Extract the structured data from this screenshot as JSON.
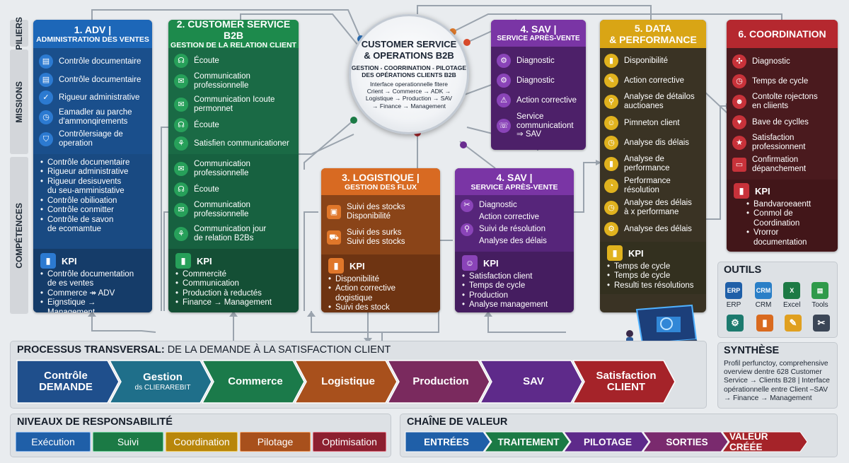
{
  "side_labels": [
    "PILIERS",
    "MISSIONS",
    "COMPÉTENCES"
  ],
  "hub": {
    "title": "CUSTOMER SERVICE\n& OPERATIONS B2B",
    "subtitle": "GESTION - COORRINATION - PILOTAGE\nDES OPÉRATIONS CLIENTS B2B",
    "flow": "Interface operationnelle fitere\nCrient → Commerce → ADK →\nLogistique → Production → SAV\n→ Finance → Management"
  },
  "columns": {
    "adv": {
      "title": "1. ADV |",
      "subtitle": "ADMINISTRATION DES VENTES",
      "color": "#1c5ea8",
      "missions": [
        "Contrôle documentaire",
        "Contrôle documentaire",
        "Rigueur administrative",
        "Eamadler au parche\nd'ammonqirements",
        "Contrôlersiage de\noperation"
      ],
      "mission_icons": [
        "doc-icon",
        "doc-icon",
        "check-doc-icon",
        "clock-icon",
        "shield-icon"
      ],
      "competences": [
        "Contrôle documentaire",
        "Rigueur administrative",
        "Rigueur desisuvents\ndu seu-amministative",
        "Contrôle obilioation",
        "Contrôle conmitter",
        "Contrôle de savon\nde ecomamtue"
      ],
      "kpi_label": "KPI",
      "kpi": [
        "Contrôle documentation\nde es ventes",
        "Commerce ↠ ADV",
        "Eignstique → Management"
      ]
    },
    "csb2b": {
      "title": "2. CUSTOMER SERVICE B2B",
      "subtitle": "GESTION DE LA RELATION CLIENT",
      "color": "#1b7a45",
      "missions": [
        "Écoute",
        "Communication\nprofessionnelle",
        "Communication Icoute\npermonnet",
        "Écoute",
        "Satisfien communicationer"
      ],
      "mission_icons": [
        "headset-icon",
        "chat-icon",
        "chat-icon",
        "headset-icon",
        "handshake-icon"
      ],
      "competences": [
        "Communication\nprofessionnelle",
        "Écoute",
        "Communication\nprofessionnelle",
        "Communication jour\nde relation B2Bs"
      ],
      "competence_icons": [
        "chat-icon",
        "headset-icon",
        "chat-icon",
        "handshake-icon"
      ],
      "kpi_label": "KPI",
      "kpi": [
        "Commercité",
        "Communication",
        "Production à reductés",
        "Finance → Management"
      ]
    },
    "logistique": {
      "title": "3. LOGISTIQUE |",
      "subtitle": "GESTION DES FLUX",
      "color": "#c95f1b",
      "items": [
        "Suivi des stocks\nDisponibilité",
        "Suivi des surks\nSuivi des stocks"
      ],
      "item_icons": [
        "box-icon",
        "truck-icon"
      ],
      "kpi_label": "KPI",
      "kpi": [
        "Disponibilité",
        "Action corrective\ndogistique",
        "Suivi des stock"
      ]
    },
    "sav_top": {
      "title": "4. SAV |",
      "subtitle": "SERVICE APRÈS-VENTE",
      "color": "#6a2d8f",
      "items": [
        "Diagnostic",
        "Diagnostic",
        "Action corrective",
        "Service\ncommunicationt\n⇒ SAV"
      ],
      "item_icons": [
        "gear-icon",
        "gear-icon",
        "warning-icon",
        "phone-icon"
      ]
    },
    "sav": {
      "title": "4. SAV |",
      "subtitle": "SERVICE APRÈS-VENTE",
      "color": "#6a2d8f",
      "items": [
        "Diagnostic",
        "Action corrective",
        "Suivi de résolution",
        "Analyse des délais"
      ],
      "item_icons": [
        "tools-icon",
        "search-icon"
      ],
      "kpi_label": "KPI",
      "kpi": [
        "Satisfaction client",
        "Temps de cycle",
        "Production",
        "Analyse management"
      ]
    },
    "data": {
      "title": "5. DATA",
      "subtitle": "& PERFORMANCE",
      "color": "#c99a12",
      "items": [
        "Disponibilité",
        "Action corrective",
        "Analyse de détailos\nauctioanes",
        "Pimneton client",
        "Analyse dis délais",
        "Analyse de\nperformance",
        "Performance\nrésolution",
        "Analyse des délais\nà x performane",
        "Analyse des délais"
      ],
      "item_icons": [
        "chart-icon",
        "wrench-icon",
        "search-icon",
        "user-icon",
        "clock-icon",
        "chart-icon",
        "gauge-icon",
        "clock-icon",
        "gear-icon"
      ],
      "kpi_label": "KPI",
      "kpi": [
        "Temps de cycle",
        "Temps de cycle",
        "Resulti tes résolutions"
      ]
    },
    "coordination": {
      "title": "6. COORDINATION",
      "color": "#a52329",
      "items": [
        "Diagnostic",
        "Temps de cycle",
        "Contolte rojectons\nen cliients",
        "Bave de cyclles",
        "Satisfaction\nprofessionnent",
        "Confirmation\ndépanchement"
      ],
      "item_icons": [
        "network-icon",
        "clock-icon",
        "people-icon",
        "heart-icon",
        "star-icon",
        "screen-icon"
      ],
      "kpi_label": "KPI",
      "kpi": [
        "Bandvaroeaentt",
        "Conmol de\nCoordination",
        "Vrorror documentation"
      ]
    }
  },
  "outils": {
    "title": "OUTILS",
    "tools": [
      {
        "label": "ERP",
        "icon": "erp-icon",
        "color": "#1f5fa8",
        "text": "ERP"
      },
      {
        "label": "CRM",
        "icon": "handshake-icon",
        "color": "#2a7fc7",
        "text": "CRM"
      },
      {
        "label": "Excel",
        "icon": "excel-icon",
        "color": "#1d7a45",
        "text": "X"
      },
      {
        "label": "Tools",
        "icon": "sheet-icon",
        "color": "#2f9a4a",
        "text": "▤"
      }
    ],
    "extra_icons": [
      {
        "icon": "gear-icon",
        "color": "#1c7a6e"
      },
      {
        "icon": "chart-icon",
        "color": "#d96a1f"
      },
      {
        "icon": "wrench-icon",
        "color": "#e0a020"
      },
      {
        "icon": "tools-icon",
        "color": "#3b4656"
      }
    ]
  },
  "synthese": {
    "title": "SYNTHÈSE",
    "text": "Profil perfunctoy, comprehensive overview dentre 628 Customer Service → Clients B28 | Interface opérationnelle entre Client –SAV → Finance → Management"
  },
  "process": {
    "title_bold": "PROCESSUS TRANSVERSAL:",
    "title_rest": " DE LA DEMANDE À LA SATISFACTION CLIENT",
    "steps": [
      {
        "label": "Contrôle\nDEMANDE",
        "sub": "",
        "color": "#1f4f8c"
      },
      {
        "label": "Gestion",
        "sub": "ds CLIERAREBIT",
        "color": "#1f6f8a"
      },
      {
        "label": "Commerce",
        "sub": "",
        "color": "#1b7a4a"
      },
      {
        "label": "Logistique",
        "sub": "",
        "color": "#a8501c"
      },
      {
        "label": "Production",
        "sub": "",
        "color": "#7a2a5e"
      },
      {
        "label": "SAV",
        "sub": "",
        "color": "#5e2a8a"
      },
      {
        "label": "Satisfaction\nCLIENT",
        "sub": "",
        "color": "#a52329"
      }
    ]
  },
  "niveaux": {
    "title": "NIVEAUX DE RESPONSABILITÉ",
    "items": [
      {
        "label": "Exécution",
        "color": "#1f5fa8"
      },
      {
        "label": "Suivi",
        "color": "#1b7a45"
      },
      {
        "label": "Coordination",
        "color": "#b8860b"
      },
      {
        "label": "Pilotage",
        "color": "#a8501c"
      },
      {
        "label": "Optimisation",
        "color": "#8c2030"
      }
    ]
  },
  "chaine": {
    "title": "CHAÎNE DE VALEUR",
    "items": [
      {
        "label": "ENTRÉES",
        "color": "#1f5fa8"
      },
      {
        "label": "TRAITEMENT",
        "color": "#1b7a45"
      },
      {
        "label": "PILOTAGE",
        "color": "#5e2a8a"
      },
      {
        "label": "SORTIES",
        "color": "#7a2a6e"
      },
      {
        "label": "VALEUR CRÉÉE",
        "color": "#a52329"
      }
    ]
  }
}
